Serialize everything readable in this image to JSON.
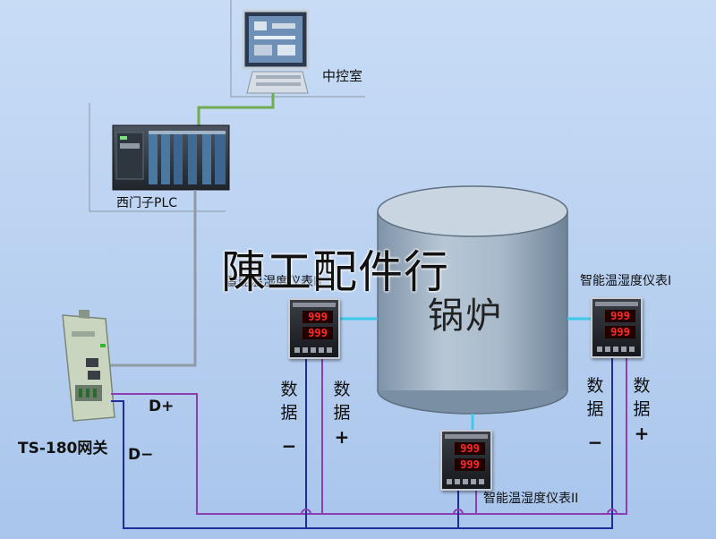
{
  "labels": {
    "control_room": "中控室",
    "plc": "西门子PLC",
    "gateway": "TS-180网关",
    "boiler": "锅炉",
    "watermark": "陳工配件行",
    "meter_left": "智能温湿度仪表Ⅲ",
    "meter_right": "智能温湿度仪表I",
    "meter_bottom": "智能温湿度仪表II",
    "d_plus": "D+",
    "d_minus": "D−",
    "data_word": "数据",
    "minus": "−",
    "plus": "+"
  },
  "meter_display": {
    "row1": "999",
    "row2": "999"
  },
  "colors": {
    "background": "#b8d0f0",
    "green_link": "#6fae4f",
    "gray_link": "#8f9aa6",
    "d_plus_wire": "#8c3fb0",
    "d_minus_wire": "#1f2d9c",
    "sensor_link": "#3ec9e8",
    "boiler_body": "#9fb2c4"
  },
  "icons": {
    "control_room": "monitor-icon",
    "plc": "plc-rack-icon",
    "gateway": "gateway-module-icon",
    "meters": "meter-icon"
  }
}
